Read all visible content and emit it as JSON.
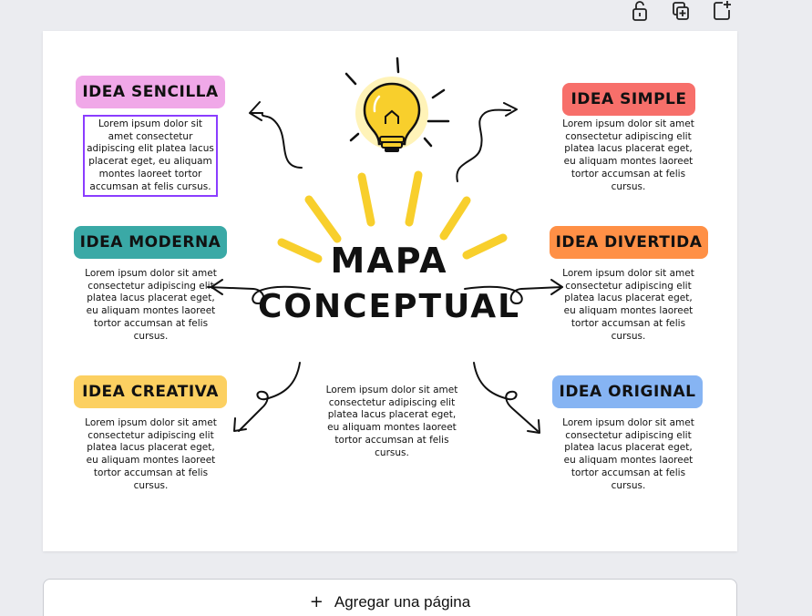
{
  "toolbar": {
    "icons": [
      "lock-icon",
      "duplicate-page-icon",
      "add-page-icon"
    ]
  },
  "map": {
    "title_line1": "MAPA",
    "title_line2": "CONCEPTUAL",
    "ideas": [
      {
        "label": "IDEA SENCILLA",
        "color": "#f0a8e8",
        "text": "Lorem ipsum dolor sit amet consectetur adipiscing elit platea lacus placerat eget, eu aliquam montes laoreet tortor accumsan at felis cursus."
      },
      {
        "label": "IDEA SIMPLE",
        "color": "#f76f6a",
        "text": "Lorem ipsum dolor sit amet consectetur adipiscing elit platea lacus placerat eget, eu aliquam montes laoreet tortor accumsan at felis cursus."
      },
      {
        "label": "IDEA MODERNA",
        "color": "#3aa9a6",
        "text": "Lorem ipsum dolor sit amet consectetur adipiscing elit platea lacus placerat eget, eu aliquam montes laoreet tortor accumsan at felis cursus."
      },
      {
        "label": "IDEA DIVERTIDA",
        "color": "#ff9046",
        "text": "Lorem ipsum dolor sit amet consectetur adipiscing elit platea lacus placerat eget, eu aliquam montes laoreet tortor accumsan at felis cursus."
      },
      {
        "label": "IDEA CREATIVA",
        "color": "#fcd061",
        "text": "Lorem ipsum dolor sit amet consectetur adipiscing elit platea lacus placerat eget, eu aliquam montes laoreet tortor accumsan at felis cursus."
      },
      {
        "label": "IDEA ORIGINAL",
        "color": "#86b4f3",
        "text": "Lorem ipsum dolor sit amet consectetur adipiscing elit platea lacus placerat eget, eu aliquam montes laoreet tortor accumsan at felis cursus."
      }
    ],
    "center_text": "Lorem ipsum dolor sit amet consectetur adipiscing elit platea lacus placerat eget, eu aliquam montes laoreet tortor accumsan at felis cursus.",
    "accent_yellow": "#f8cf2c",
    "selection_color": "#8b3dff"
  },
  "add_page": {
    "plus": "+",
    "label": "Agregar una página"
  }
}
